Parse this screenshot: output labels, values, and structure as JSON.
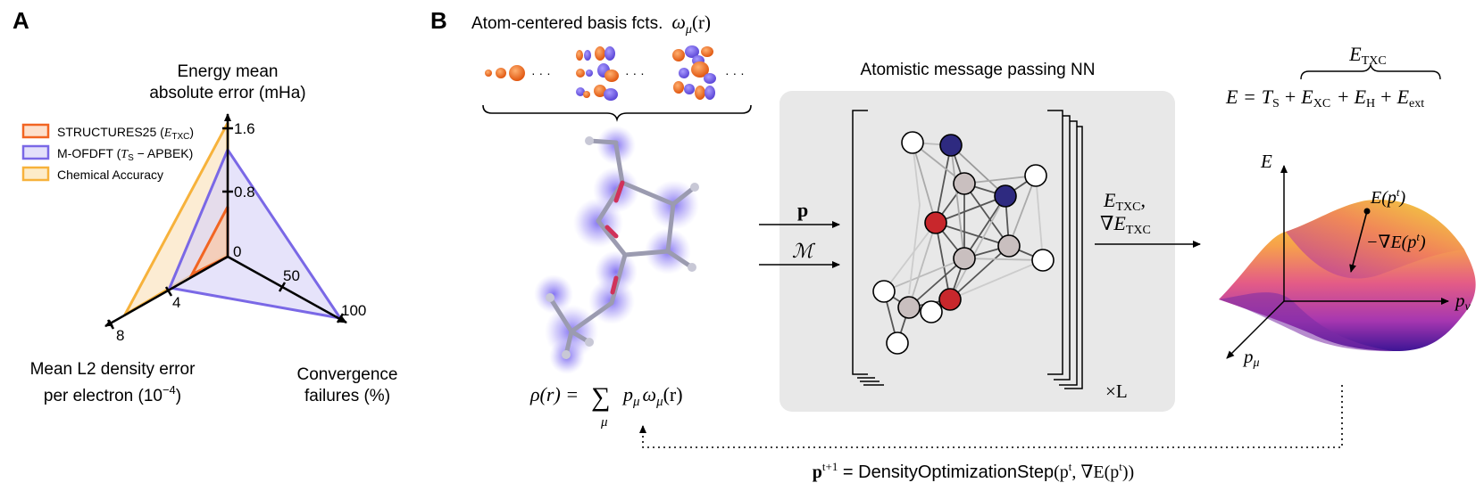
{
  "panel_a": {
    "letter": "A",
    "axes": {
      "energy": {
        "title_line1": "Energy mean",
        "title_line2": "absolute error (mHa)",
        "ticks": [
          "0",
          "0.8",
          "1.6"
        ]
      },
      "density": {
        "title_line1": "Mean L2 density error",
        "title_line2": "per electron (10",
        "title_exp": "−4",
        "title_close": ")",
        "ticks": [
          "4",
          "8"
        ]
      },
      "convergence": {
        "title_line1": "Convergence",
        "title_line2": "failures (%)",
        "ticks": [
          "50",
          "100"
        ]
      }
    },
    "legend": [
      {
        "label": "STRUCTURES25 (",
        "sym": "E",
        "sub": "TXC",
        "close": ")",
        "color": "#f26522"
      },
      {
        "label": "M-OFDFT (",
        "sym": "T",
        "sub": "S",
        "close": " − APBEK)",
        "color": "#7a68e6"
      },
      {
        "label": "Chemical Accuracy",
        "sym": "",
        "sub": "",
        "close": "",
        "color": "#f7b23b"
      }
    ],
    "colors": {
      "structures25": "#f26522",
      "mofdft": "#7a68e6",
      "chem_acc": "#f7b23b"
    }
  },
  "panel_b": {
    "letter": "B",
    "basis_title": "Atom-centered basis fcts.",
    "basis_symbol": "ω",
    "basis_sub": "μ",
    "basis_arg": "(r)",
    "ellipsis": "· · ·",
    "density_formula": {
      "lhs": "ρ(r) =",
      "sum": "∑",
      "sum_index": "μ",
      "term": "p",
      "term_sub": "μ",
      "omega": "ω",
      "omega_sub": "μ",
      "arg": "(r)"
    },
    "nn_title": "Atomistic message passing NN",
    "input_p": "p",
    "input_m": "ℳ",
    "times_l": "×L",
    "output_e": "E",
    "output_e_sub": "TXC",
    "output_grad": "∇E",
    "output_grad_sub": "TXC",
    "energy_eq": {
      "lhs": "E =",
      "ts": "T",
      "ts_sub": "S",
      "plus1": "+",
      "exc": "E",
      "exc_sub": "XC",
      "plus2": "+",
      "eh": "E",
      "eh_sub": "H",
      "plus3": "+",
      "eext": "E",
      "eext_sub": "ext",
      "brace_label": "E",
      "brace_label_sub": "TXC"
    },
    "landscape": {
      "axis_e": "E",
      "axis_pnu": "p",
      "axis_pnu_sub": "ν",
      "axis_pmu": "p",
      "axis_pmu_sub": "μ",
      "point_label": "E(p",
      "point_sup": "t",
      "point_close": ")",
      "grad_label": "−∇E(p",
      "grad_sup": "t",
      "grad_close": ")"
    },
    "update_step": {
      "lhs": "p",
      "lhs_sup": "t+1",
      "eq": " = DensityOptimizationStep",
      "args_open": "(p",
      "args_sup": "t",
      "args_mid": ", ∇E(p",
      "args_sup2": "t",
      "args_close": "))"
    }
  }
}
